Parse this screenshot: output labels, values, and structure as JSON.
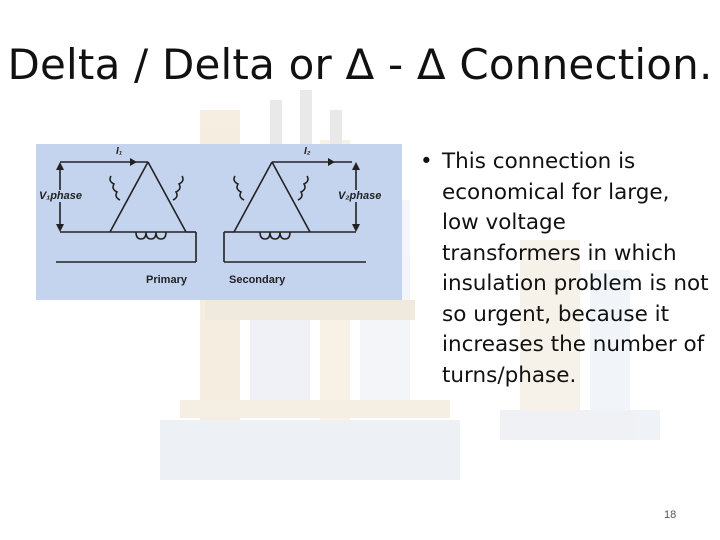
{
  "slide": {
    "title": "Delta / Delta or Δ - Δ Connection.",
    "page_number": "18"
  },
  "figure": {
    "labels": {
      "i1": "I₁",
      "i2": "I₂",
      "v1": "V₁phase",
      "v2": "V₂phase",
      "primary": "Primary",
      "secondary": "Secondary"
    },
    "background_color": "#c4d3ee"
  },
  "bullets": [
    {
      "text": "This connection is economical for large, low voltage transformers in which insulation problem is not so urgent, because it increases the number of turns/phase."
    }
  ]
}
